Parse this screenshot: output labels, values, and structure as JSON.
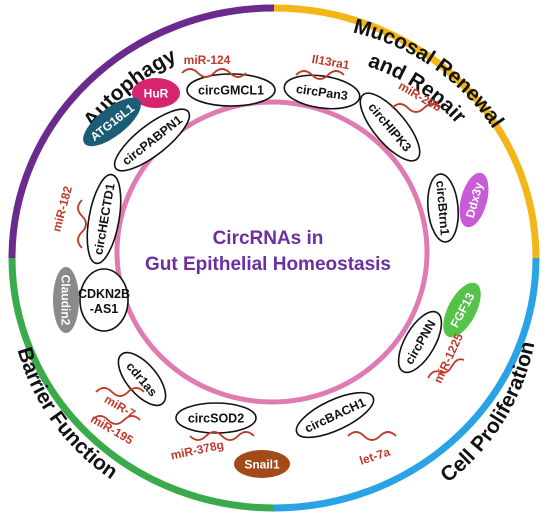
{
  "diagram": {
    "title_line1": "CircRNAs in",
    "title_line2": "Gut Epithelial Homeostasis",
    "colors": {
      "autophagy": "#6a2a8e",
      "mucosal": "#f2b619",
      "proliferation": "#2aa3e5",
      "barrier": "#3aaa4a",
      "inner_ring": "#df7bb0",
      "center_text": "#6b2fa0",
      "mirna": "#c0392b",
      "hur": "#d6246e",
      "atg16l1": "#1b5d75",
      "ddx3y": "#c85bd8",
      "fgf13": "#55c24a",
      "claudin2": "#8a8a8a",
      "snail1": "#a24a18"
    },
    "quadrants": [
      {
        "label": "Autophagy"
      },
      {
        "label": "Mucosal Renewal"
      },
      {
        "label": "and Repair"
      },
      {
        "label": "Cell Proliferation"
      },
      {
        "label": "Barrier Function"
      }
    ],
    "circrnas": [
      {
        "label": "circGMCL1"
      },
      {
        "label": "circPan3"
      },
      {
        "label": "circHIPK3"
      },
      {
        "label": "circBtrn1"
      },
      {
        "label": "circPNN"
      },
      {
        "label": "circBACH1"
      },
      {
        "label": "circSOD2"
      },
      {
        "label": "cdr1as"
      },
      {
        "label": "CDKN2B"
      },
      {
        "label": "-AS1"
      },
      {
        "label": "circHECTD1"
      },
      {
        "label": "circPABPN1"
      }
    ],
    "proteins": [
      {
        "label": "HuR"
      },
      {
        "label": "ATG16L1"
      },
      {
        "label": "Ddx3y"
      },
      {
        "label": "FGF13"
      },
      {
        "label": "Claudin2"
      },
      {
        "label": "Snail1"
      }
    ],
    "mirnas": [
      {
        "label": "miR-124"
      },
      {
        "label": "Il13ra1"
      },
      {
        "label": "miR-29b"
      },
      {
        "label": "miR-1225"
      },
      {
        "label": "let-7a"
      },
      {
        "label": "miR-378g"
      },
      {
        "label": "miR-7"
      },
      {
        "label": "miR-195"
      },
      {
        "label": "miR-182"
      }
    ]
  }
}
